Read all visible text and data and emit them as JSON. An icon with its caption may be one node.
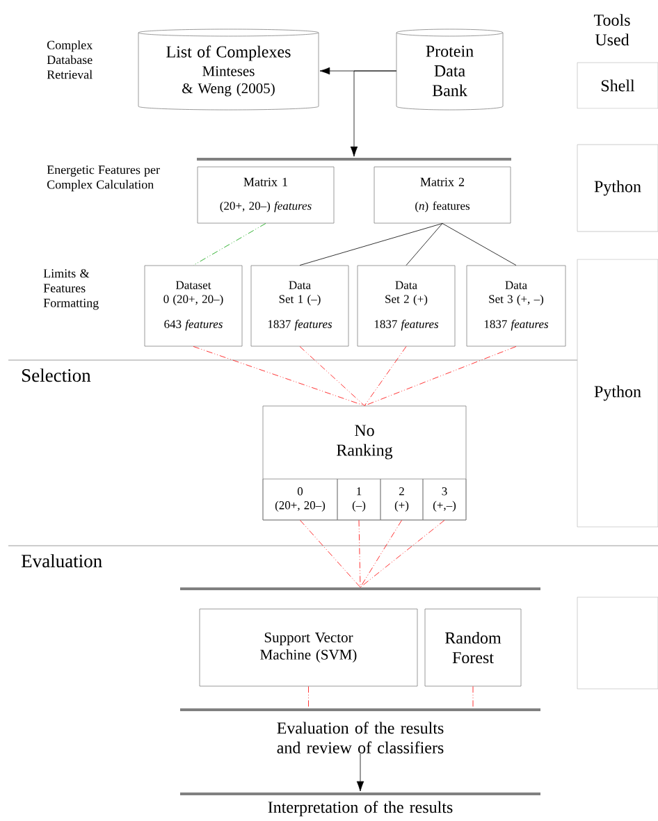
{
  "diagram": {
    "nodes": [
      {
        "text": [
          "List of Complexes",
          "Minteses & Weng (2005)"
        ]
      },
      {
        "text": [
          "Protein Data Bank"
        ]
      },
      {
        "text": [],
        "shape": "bar"
      },
      {
        "text": [
          "Matrix 1",
          "(20+, 20–) *features*"
        ]
      },
      {
        "text": [
          "Matrix 2",
          "(*n*) features"
        ]
      },
      {
        "text": [
          "Dataset 0 (20+, 20–)",
          "643 *features*"
        ]
      },
      {
        "text": [
          "Data Set 1 (–)",
          "1837 *features*"
        ]
      },
      {
        "text": [
          "Data Set 2 (+)",
          "1837 *features*"
        ]
      },
      {
        "text": [
          "Data Set 3 (+, –)",
          "1837 *features*"
        ]
      },
      {
        "text": [
          "No Ranking"
        ]
      },
      {
        "text": [
          "0 (20+, 20–)"
        ],
        "in": 9
      },
      {
        "text": [
          "1 (–)"
        ],
        "in": 9
      },
      {
        "text": [
          "2 (+)"
        ],
        "in": 9
      },
      {
        "text": [
          "3 (+,–)"
        ],
        "in": 9
      },
      {
        "text": [],
        "shape": "bar"
      },
      {
        "text": [
          "Support Vector Machine (SVM)"
        ]
      },
      {
        "text": [
          "Random Forest"
        ]
      },
      {
        "text": [],
        "shape": "bar"
      },
      {
        "text": [
          "Evaluation of the results and review of classifiers"
        ]
      },
      {
        "text": [],
        "shape": "bar",
        "beside": [
          "Interpretation of the results"
        ]
      },
      {
        "text": [
          "Shell"
        ]
      },
      {
        "text": [
          "Python"
        ]
      },
      {
        "text": [
          "Python"
        ]
      },
      {
        "text": [],
        "shape": "box"
      }
    ],
    "edges": [
      {
        "from": 1,
        "to": 0,
        "arrow": "to",
        "color": "#000000"
      },
      {
        "from": 1,
        "to": 2,
        "arrow": "to",
        "color": "#000000"
      },
      {
        "from": 3,
        "to": 5,
        "arrow": "none",
        "style": "dashed",
        "color": "#00a000"
      },
      {
        "from": 4,
        "to": 6,
        "arrow": "none",
        "color": "#000000"
      },
      {
        "from": 4,
        "to": 7,
        "arrow": "none",
        "color": "#000000"
      },
      {
        "from": 4,
        "to": 8,
        "arrow": "none",
        "color": "#000000"
      },
      {
        "from": 5,
        "to": 9,
        "arrow": "none",
        "style": "dashed"
      },
      {
        "from": 6,
        "to": 9,
        "arrow": "none",
        "style": "dashed"
      },
      {
        "from": 7,
        "to": 9,
        "arrow": "none",
        "style": "dashed"
      },
      {
        "from": 8,
        "to": 9,
        "arrow": "none",
        "style": "dashed"
      },
      {
        "from": 10,
        "to": 14,
        "arrow": "none",
        "style": "dashed"
      },
      {
        "from": 11,
        "to": 14,
        "arrow": "none",
        "style": "dashed"
      },
      {
        "from": 12,
        "to": 14,
        "arrow": "none",
        "style": "dashed"
      },
      {
        "from": 13,
        "to": 14,
        "arrow": "none",
        "style": "dashed"
      },
      {
        "from": 15,
        "to": 17,
        "arrow": "none",
        "style": "dashed"
      },
      {
        "from": 16,
        "to": 17,
        "arrow": "none",
        "style": "dashed"
      },
      {
        "from": 18,
        "to": 19,
        "arrow": "to",
        "color": "#000000"
      }
    ],
    "labels": [
      "Tools Used",
      "Complex Database Retrieval",
      "Energetic Features per Complex Calculation",
      "Limits & Features Formatting",
      "Selection",
      "Evaluation"
    ]
  }
}
